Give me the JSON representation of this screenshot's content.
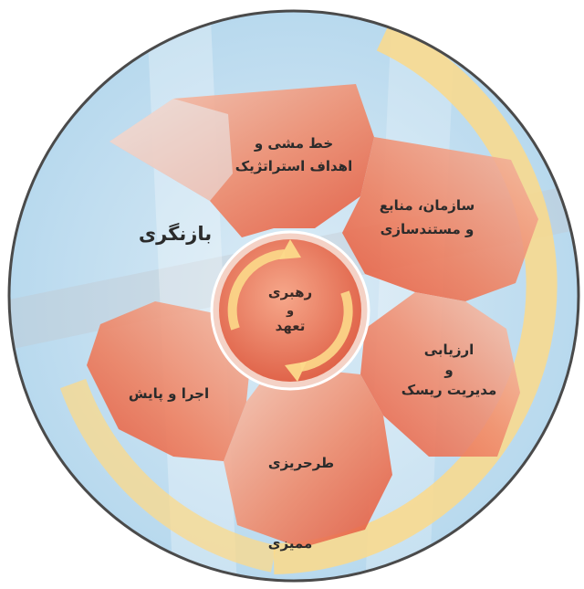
{
  "diagram": {
    "center": {
      "line1": "رهبری",
      "line2": "و",
      "line3": "تعهد"
    },
    "petals": {
      "policy": {
        "line1": "خط مشی و",
        "line2": "اهداف استراتژیک"
      },
      "organization": {
        "line1": "سازمان، منابع",
        "line2": "و مستندسازی"
      },
      "risk": {
        "line1": "ارزیابی",
        "line2": "و",
        "line3": "مدیریت ریسک"
      },
      "planning": {
        "line1": "طرحریزی"
      },
      "implementation": {
        "line1": "اجرا و پایش"
      }
    },
    "review": "بازنگری",
    "audit": "ممیزی",
    "colors": {
      "outer_ring": "#c9e3f2",
      "outer_border": "#4a4a4a",
      "petal_dark": "#ec6a4a",
      "petal_light": "#f5c2ae",
      "center_fill": "#e8795e",
      "yellow_band": "#fcd98a",
      "white_band": "#f3f0ec"
    }
  }
}
